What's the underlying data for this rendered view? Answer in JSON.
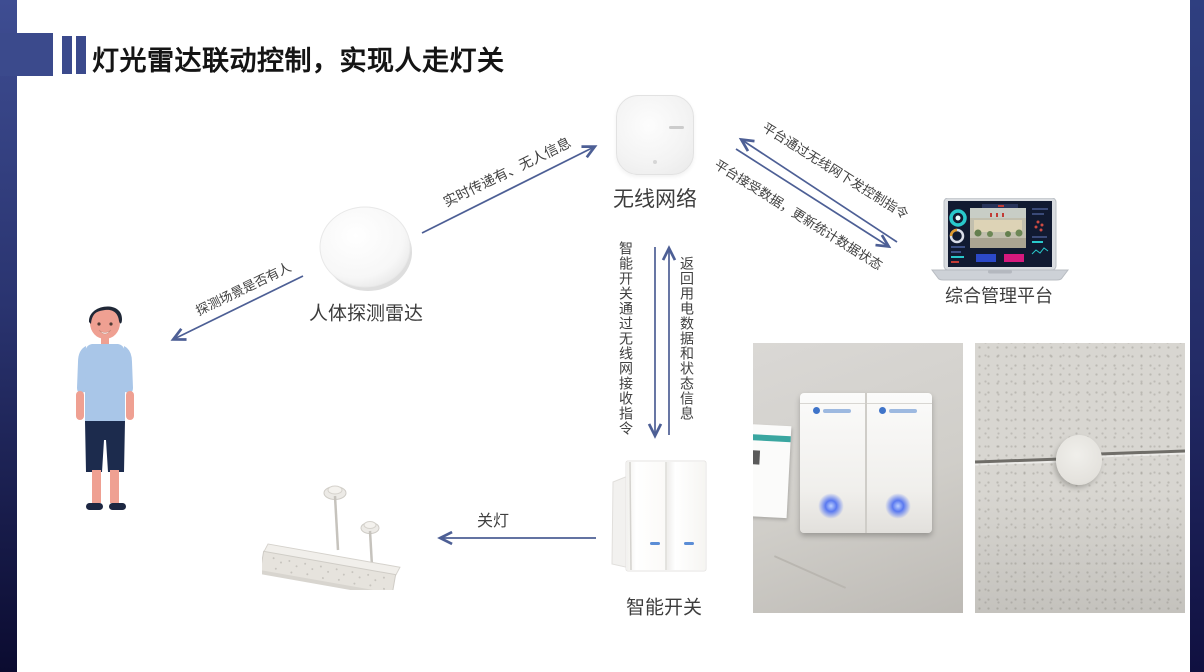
{
  "title": "灯光雷达联动控制，实现人走灯关",
  "labels": {
    "radar": "人体探测雷达",
    "wireless": "无线网络",
    "platform": "综合管理平台",
    "smart_switch": "智能开关"
  },
  "flows": {
    "radar_to_wireless": "实时传递有、无人信息",
    "radar_to_person": "探测场景是否有人",
    "platform_to_wireless": "平台通过无线网下发控制指令",
    "wireless_to_platform": "平台接受数据，更新统计数据状态",
    "wireless_to_switch": "智能开关通过无线网接收指令",
    "switch_to_wireless": "返回用电数据和状态信息",
    "switch_to_light": "关灯"
  },
  "colors": {
    "accent_blue": "#3B4A8C",
    "arrow_blue": "#4D5F95",
    "strip_gradient_top": "#3E4D92",
    "strip_gradient_bottom": "#0B0B30",
    "led_glow": "#5A79F0",
    "shirt_blue": "#A9C6E8"
  }
}
